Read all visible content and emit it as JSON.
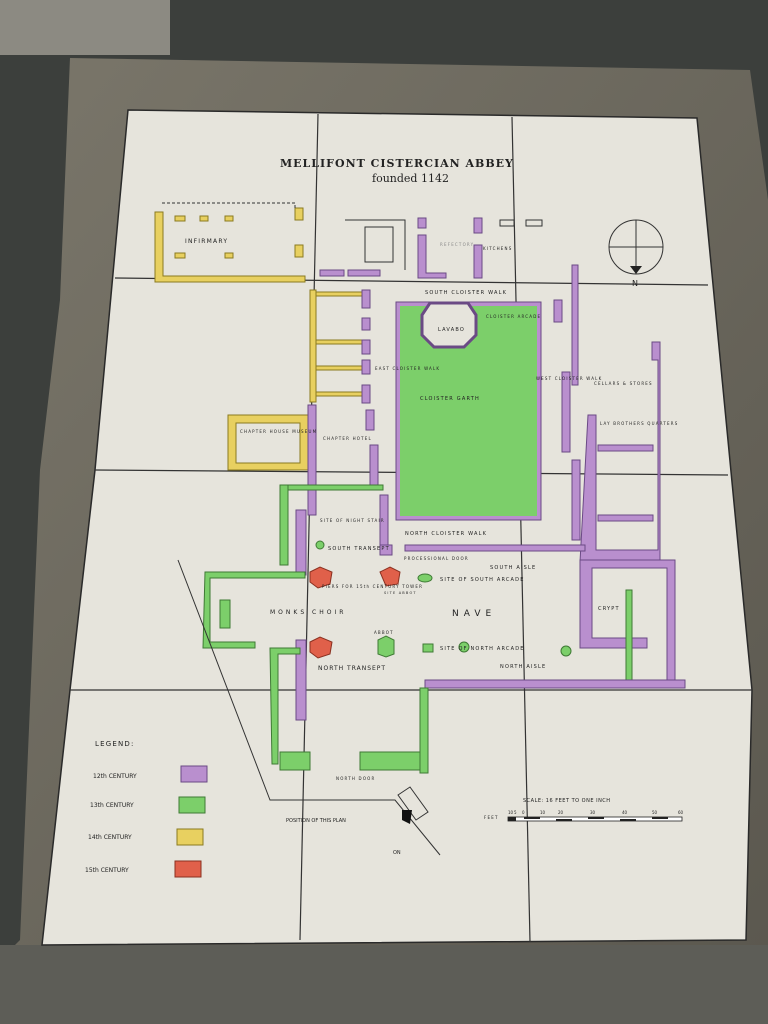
{
  "title": "MELLIFONT CISTERCIAN ABBEY",
  "subtitle": "founded 1142",
  "compass_label": "N",
  "labels": {
    "infirmary": "INFIRMARY",
    "refectory": "REFECTORY",
    "kitchens": "KITCHENS",
    "south_cloister_walk": "SOUTH CLOISTER WALK",
    "lavabo": "LAVABO",
    "cloister_arcade": "CLOISTER ARCADE",
    "east_cloister_walk": "EAST CLOISTER WALK",
    "cloister_garth": "CLOISTER GARTH",
    "west_cloister_walk": "WEST CLOISTER WALK",
    "cellars_stores": "CELLARS & STORES",
    "lay_brothers_quarters": "LAY BROTHERS QUARTERS",
    "chapter_house_museum": "CHAPTER HOUSE MUSEUM",
    "chapter_hotel": "CHAPTER HOTEL",
    "site_of_night_stair": "SITE OF NIGHT STAIR",
    "north_cloister_walk": "NORTH CLOISTER WALK",
    "south_transept": "SOUTH TRANSEPT",
    "processional_door": "PROCESSIONAL DOOR",
    "south_aisle": "SOUTH AISLE",
    "piers_tower": "PIERS FOR 15th CENTURY TOWER",
    "site_abbot": "SITE ABBOT",
    "site_south_arcade": "SITE OF SOUTH ARCADE",
    "monks_choir": "MONKS CHOIR",
    "nave": "NAVE",
    "crypt": "CRYPT",
    "abbot": "ABBOT",
    "site_north_arcade": "SITE OF NORTH ARCADE",
    "north_transept": "NORTH TRANSEPT",
    "north_aisle": "NORTH AISLE",
    "north_door": "NORTH DOOR",
    "position_of_plan": "POSITION OF THIS PLAN",
    "on": "ON"
  },
  "legend": {
    "title": "LEGEND:",
    "items": [
      {
        "label": "12th CENTURY",
        "color": "#b98fce"
      },
      {
        "label": "13th CENTURY",
        "color": "#7ccf6a"
      },
      {
        "label": "14th CENTURY",
        "color": "#e8d060"
      },
      {
        "label": "15th CENTURY",
        "color": "#e0604a"
      }
    ]
  },
  "scale": {
    "caption": "SCALE: 16 FEET TO ONE INCH",
    "unit": "FEET",
    "ticks": [
      "10",
      "5",
      "0",
      "10",
      "20",
      "30",
      "40",
      "50",
      "60"
    ]
  }
}
